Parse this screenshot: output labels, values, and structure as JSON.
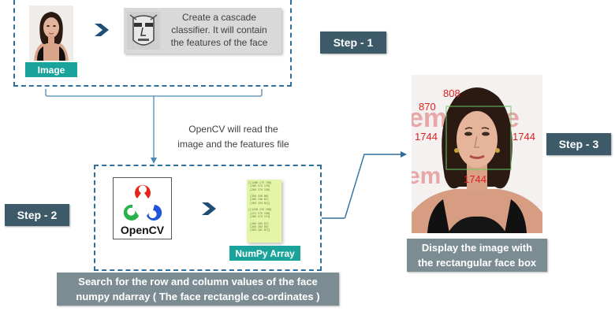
{
  "step1": {
    "image_label": "Image",
    "cascade_text": "Create a cascade\nclassifier. It will contain\nthe features of the face",
    "step_label": "Step - 1"
  },
  "connector_note": "OpenCV will read the\nimage and the features file",
  "step2": {
    "opencv_logo_text": "OpenCV",
    "numpy_label": "NumPy Array",
    "numpy_values": "[[1206 175 756]\n [205 174 176]\n [205 174 156]\n ...\n [204 150 80]\n [205 150 81]\n [204 159 82]]\n\n[[1226 176 156]\n [221 175 150]\n [205 173 174]\n ...\n [204 165 87]\n [205 163 85]\n [203 161 87]]",
    "step_label": "Step - 2",
    "search_text": "Search for the row and column values of the face\nnumpy ndarray ( The face rectangle co-ordinates )"
  },
  "step3": {
    "step_label": "Step - 3",
    "display_text": "Display the image with\nthe rectangular face box",
    "numbers": {
      "top": "808",
      "top_left": "870",
      "left": "1744",
      "right": "1744",
      "bottom": "1744"
    }
  },
  "colors": {
    "teal": "#1aa39a",
    "step_bg": "#3d5a68",
    "dash": "#2e6f9e",
    "grey_panel": "#7c8c93",
    "number_red": "#e02020",
    "face_box": "#66cc66"
  }
}
